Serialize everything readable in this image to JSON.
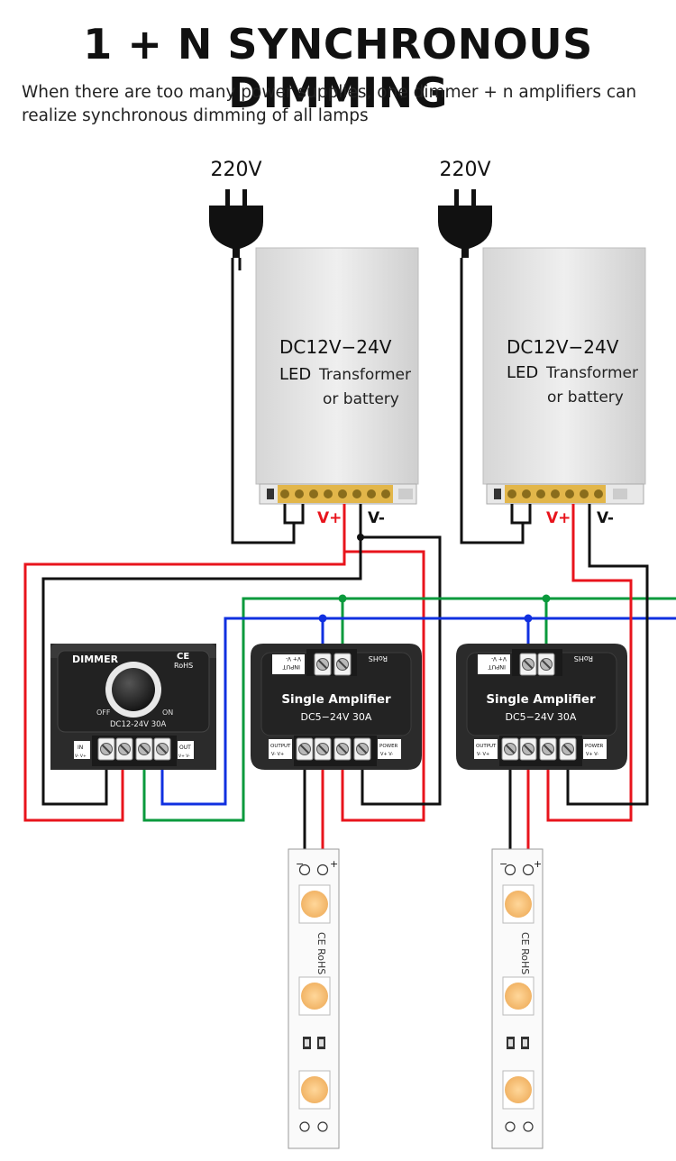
{
  "header": {
    "title": "1 + N SYNCHRONOUS DIMMING",
    "subtitle": "When there are too many power supplies, one dimmer + n amplifiers can realize synchronous dimming of all lamps"
  },
  "mains": {
    "voltage_label": "220V"
  },
  "power_supply": {
    "voltage": "DC12V−24V",
    "led_label": "LED",
    "line1": "Transformer",
    "line2": "or battery",
    "vplus": "V+",
    "vminus": "V-"
  },
  "dimmer": {
    "title": "DIMMER",
    "ce": "CE",
    "rohs": "RoHS",
    "off": "OFF",
    "on": "ON",
    "rating": "DC12-24V  30A",
    "in": "IN",
    "in_pins": "V- V+",
    "out": "OUT",
    "out_pins": "V+ V-"
  },
  "amplifier": {
    "name": "Single Amplifier",
    "rating": "DC5−24V  30A",
    "input": "INPUT",
    "input_pins": "V+ V-",
    "rohs": "RoHS",
    "output": "OUTPUT",
    "output_pins": "V- V+",
    "power": "POWER",
    "power_pins": "V+ V-"
  },
  "led_strip": {
    "minus": "−",
    "plus": "+",
    "marking": "CE RoHS"
  },
  "colors": {
    "wire_red": "#e8141c",
    "wire_black": "#111111",
    "wire_green": "#0a9a3c",
    "wire_blue": "#1030e0",
    "led_chip": "#f6c77a",
    "module_body": "#2b2b2b"
  }
}
